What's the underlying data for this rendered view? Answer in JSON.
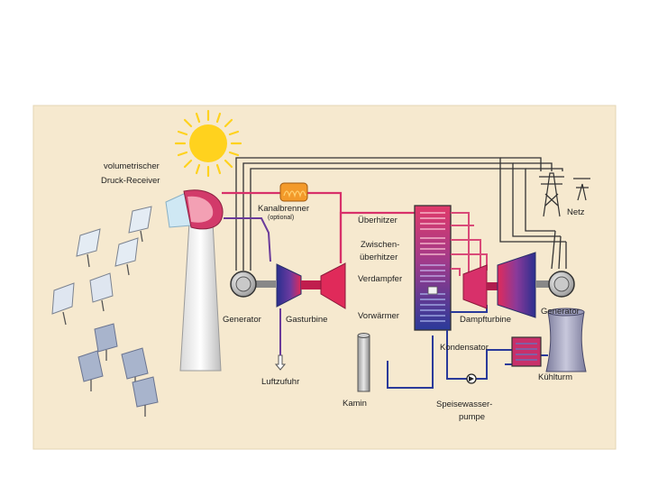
{
  "labels": {
    "receiver_line1": "volumetrischer",
    "receiver_line2": "Druck-Receiver",
    "kanalbrenner": "Kanalbrenner",
    "optional": "(optional)",
    "ueberhitzer": "Überhitzer",
    "zwischen_line1": "Zwischen-",
    "zwischen_line2": "überhitzer",
    "verdampfer": "Verdampfer",
    "vorwaermer": "Vorwärmer",
    "generator_left": "Generator",
    "gasturbine": "Gasturbine",
    "dampfturbine": "Dampfturbine",
    "generator_right": "Generator",
    "netz": "Netz",
    "luftzufuhr": "Luftzufuhr",
    "kamin": "Kamin",
    "kondensator": "Kondensator",
    "kuehlturm": "Kühlturm",
    "speise_line1": "Speisewasser-",
    "speise_line2": "pumpe"
  },
  "colors": {
    "background": "#f6e9cf",
    "frame": "#e4d6b4",
    "hot_air_pipe": "#d8306a",
    "steam_pipe": "#d94a78",
    "water_pipe": "#2a3a9a",
    "wire": "#333333",
    "sun": "#ffd21e",
    "heliostat": "#a8b4cc"
  },
  "icons": [
    "sun-icon",
    "heliostat-icon",
    "transmission-tower-icon",
    "cooling-tower-icon",
    "pump-icon",
    "generator-icon"
  ]
}
